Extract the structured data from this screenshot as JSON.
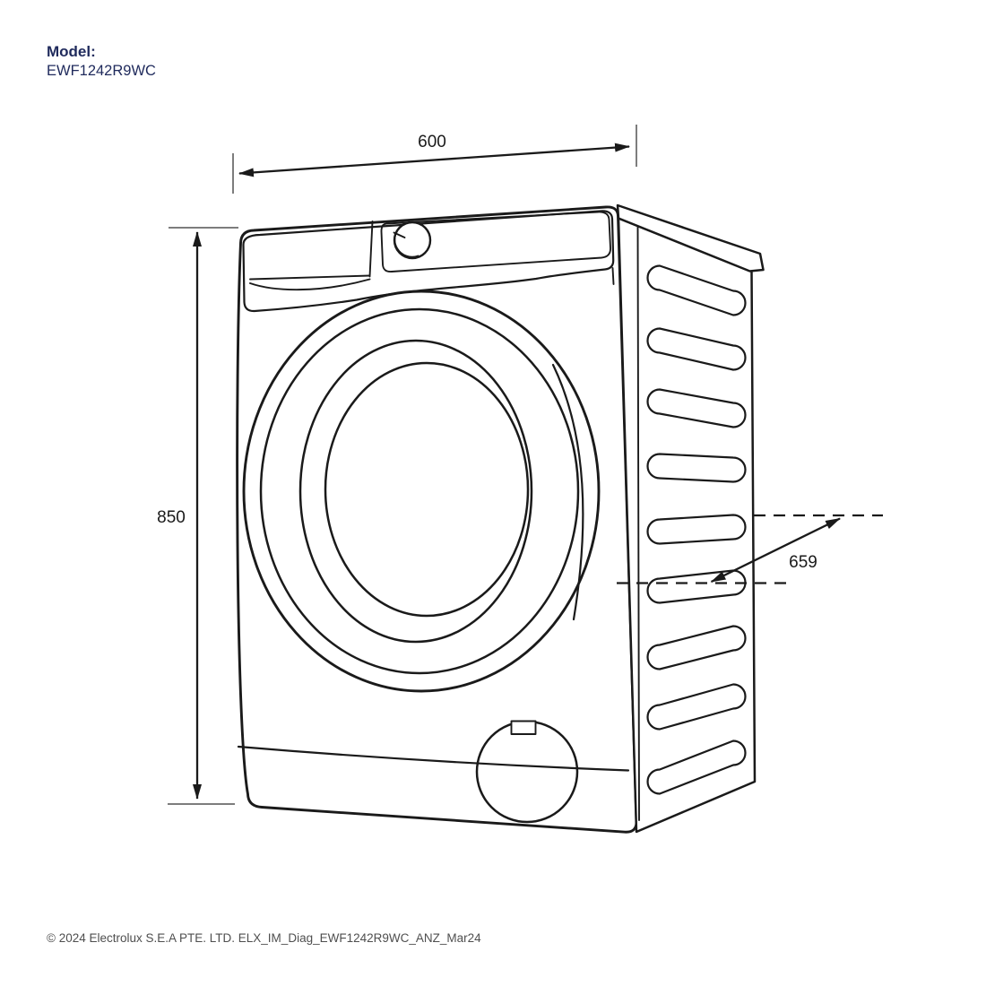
{
  "model": {
    "label": "Model:",
    "number": "EWF1242R9WC"
  },
  "dimensions": {
    "width_mm": "600",
    "height_mm": "850",
    "depth_mm": "659"
  },
  "diagram": {
    "subject": "front-load-washing-machine",
    "view": "front-right-perspective-line-drawing"
  },
  "footer": {
    "copyright": "© 2024 Electrolux S.E.A PTE. LTD. ELX_IM_Diag_EWF1242R9WC_ANZ_Mar24"
  },
  "colors": {
    "brand_navy": "#1f2a5c",
    "line_black": "#1a1a1a",
    "tick_gray": "#7d7d7d",
    "footer_gray": "#4f4f4f",
    "background": "#ffffff"
  }
}
